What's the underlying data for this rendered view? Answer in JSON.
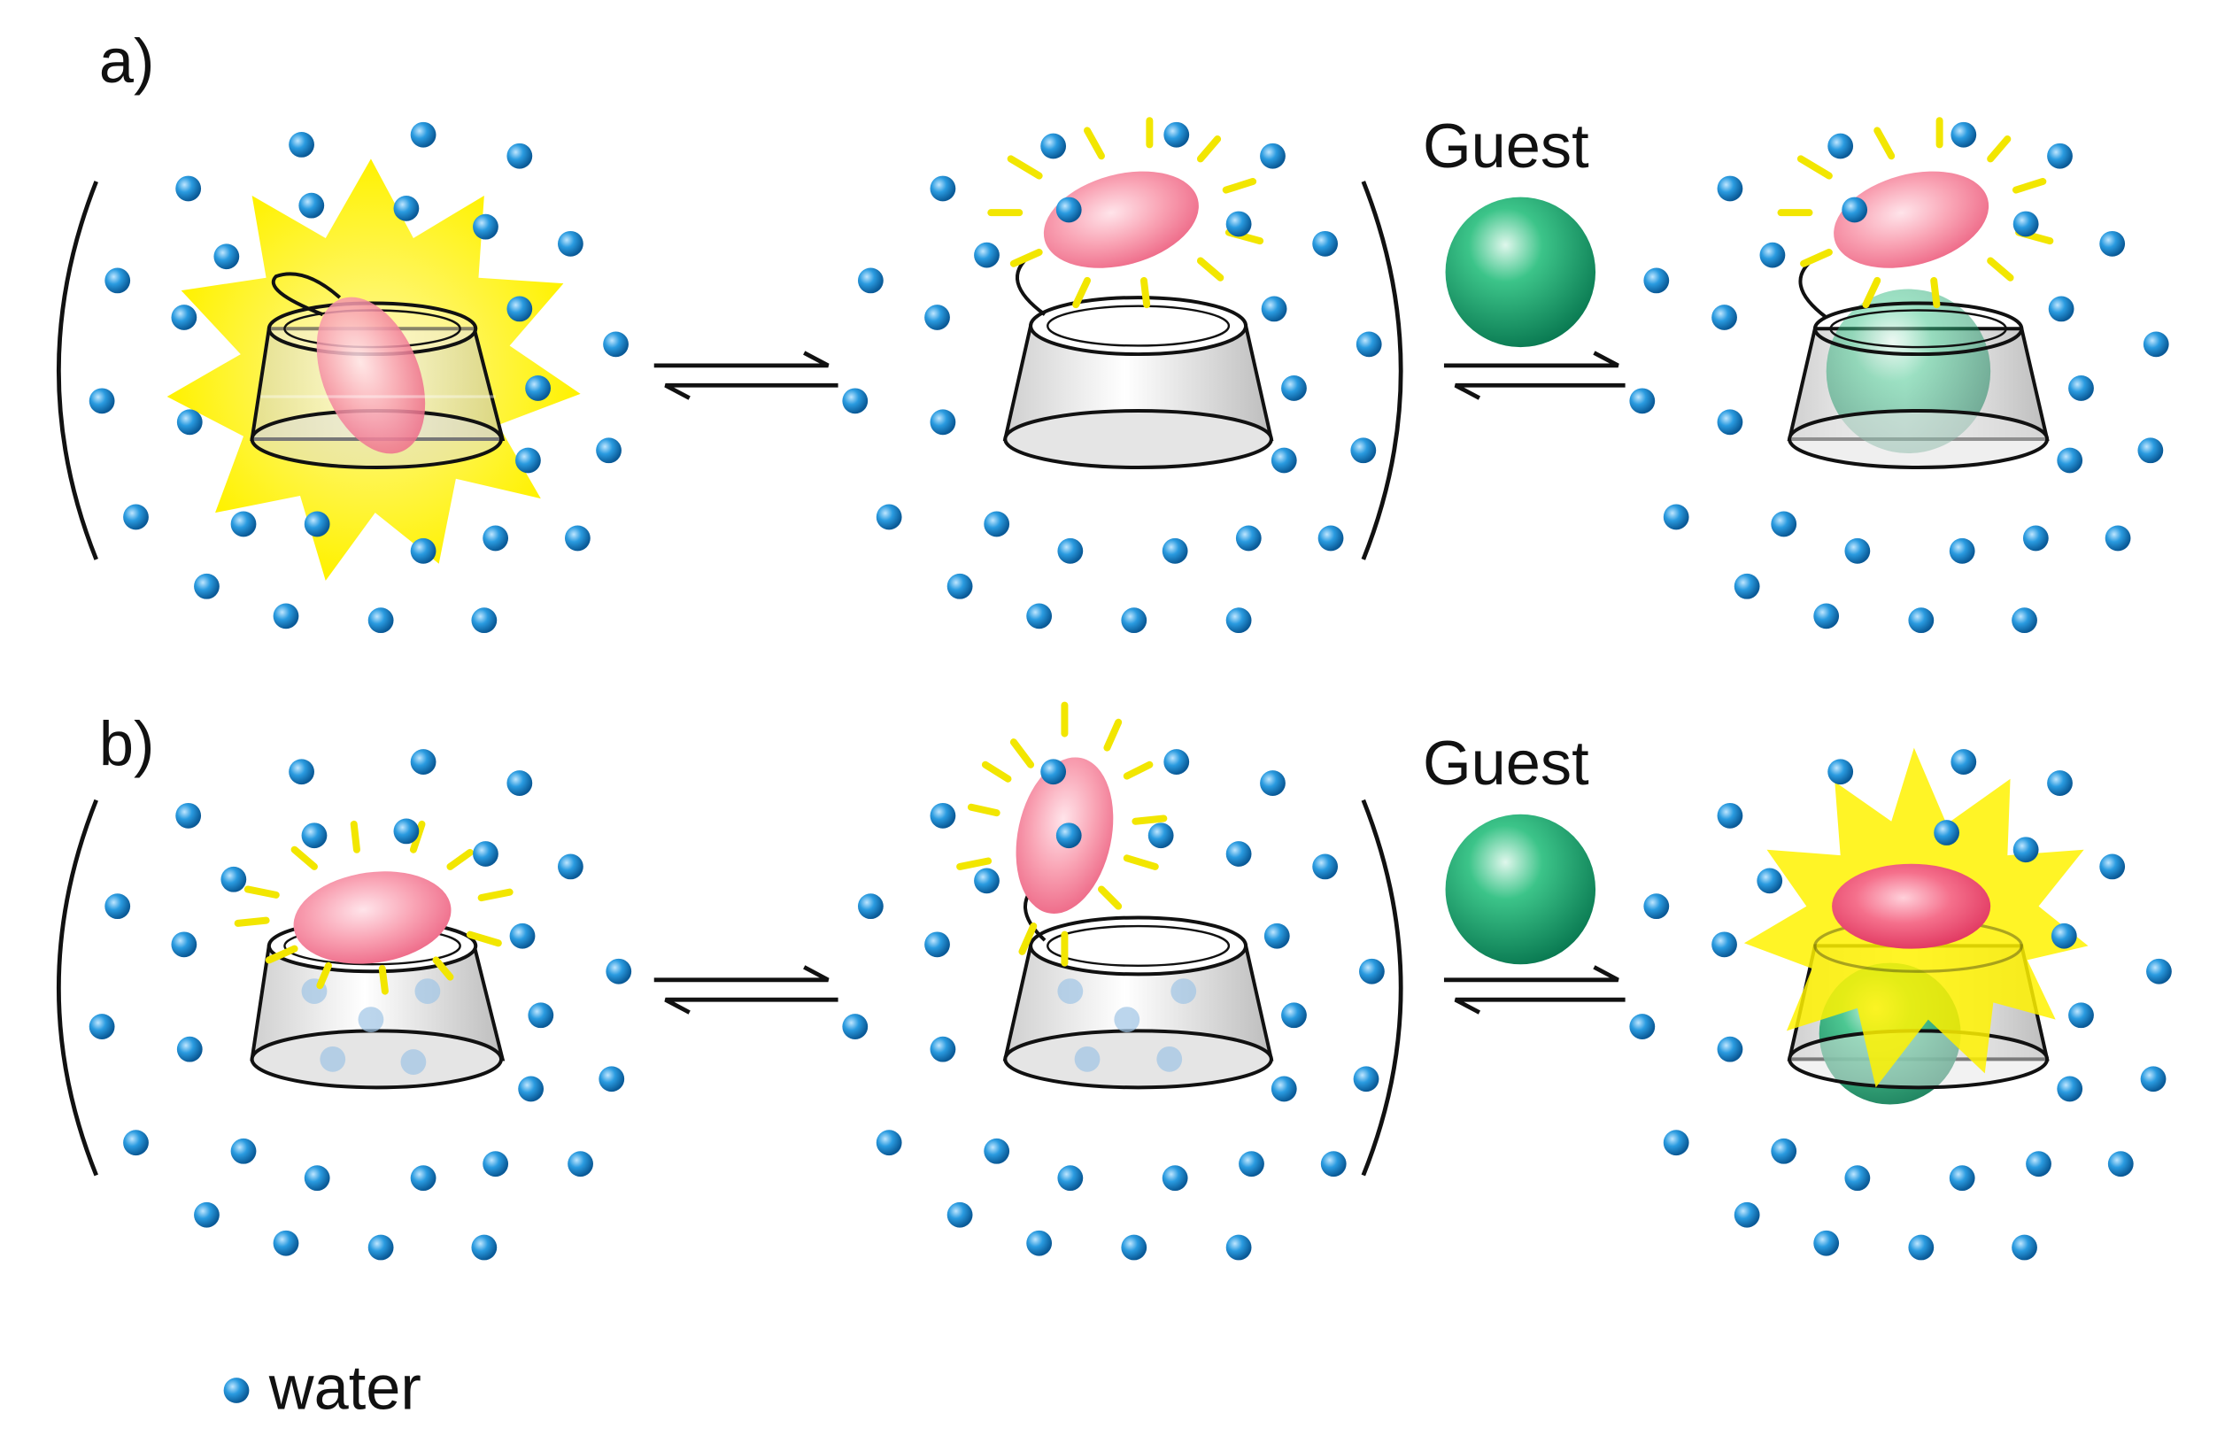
{
  "panels": {
    "a": {
      "label": "a)",
      "guest_label": "Guest"
    },
    "b": {
      "label": "b)",
      "guest_label": "Guest"
    }
  },
  "legend": {
    "label": "water",
    "icon": "water-molecule-icon"
  },
  "colors": {
    "water": "#1a8ed0",
    "host_outline": "#111111",
    "host_fill": "#e6e6e6",
    "fluorophore": "#f07a92",
    "guest": "#1fb07a",
    "emission_burst": "#fff200",
    "emission_rays": "#f2e600"
  }
}
